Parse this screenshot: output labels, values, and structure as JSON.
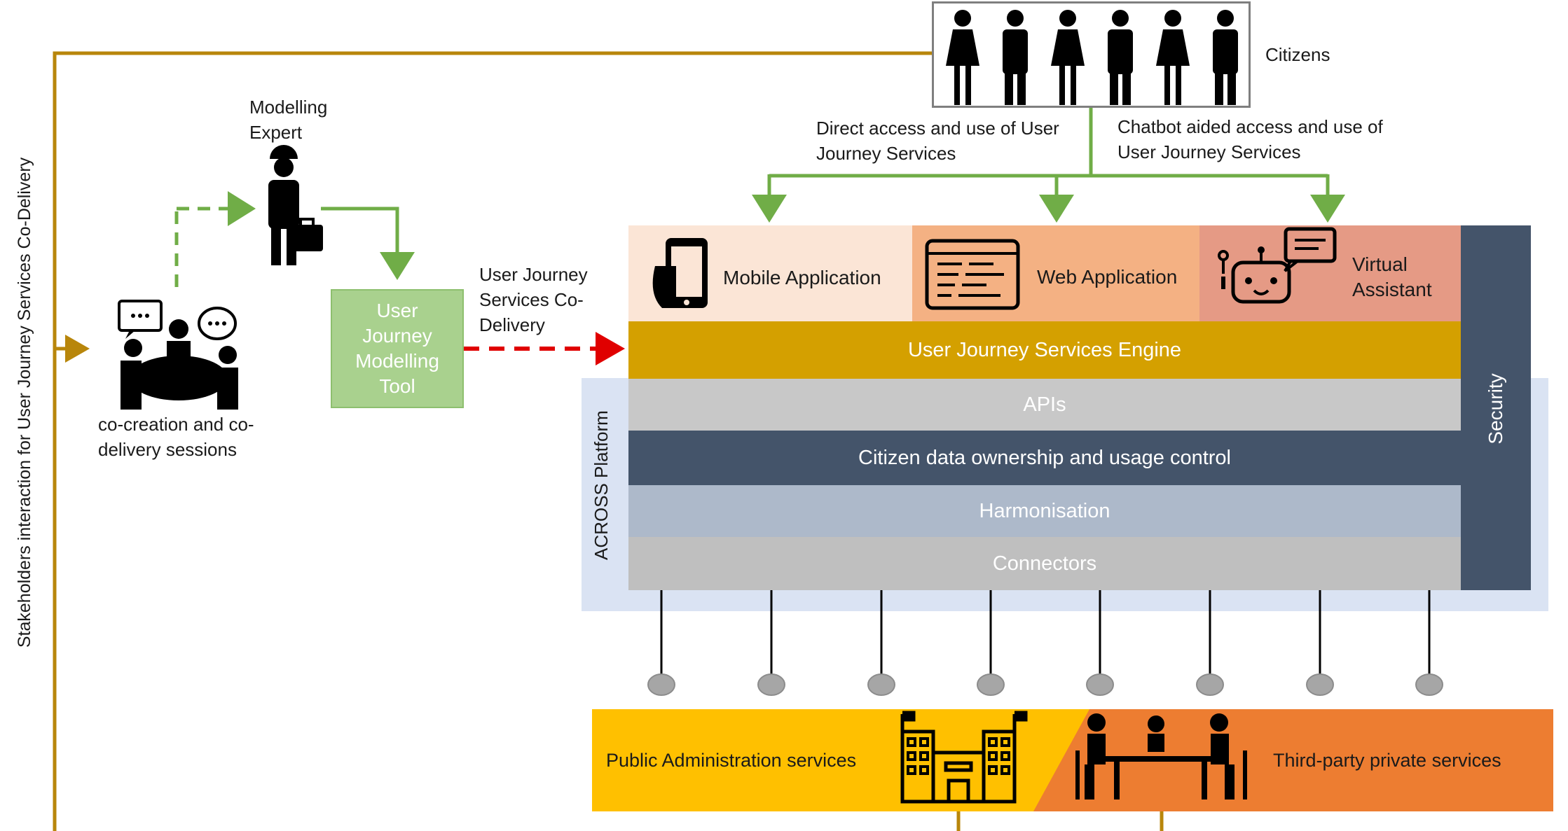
{
  "stakeholders_label": "Stakeholders interaction for User Journey Services Co-Delivery",
  "citizens_label": "Citizens",
  "modelling_expert_label": "Modelling Expert",
  "cocreation_label": "co-creation and co-delivery sessions",
  "modelling_tool_label": "User Journey Modelling Tool",
  "codelivery_label": "User Journey Services Co-Delivery",
  "direct_access_label": "Direct access and use of User Journey Services",
  "chatbot_access_label": "Chatbot aided access and use of User Journey  Services",
  "channels": {
    "mobile": "Mobile Application",
    "web": "Web Application",
    "virtual": "Virtual Assistant"
  },
  "layers": {
    "engine": "User Journey Services Engine",
    "apis": "APIs",
    "ownership": "Citizen data ownership and usage control",
    "harmonisation": "Harmonisation",
    "connectors": "Connectors"
  },
  "platform_label": "ACROSS Platform",
  "security_label": "Security",
  "services": {
    "public": "Public Administration services",
    "private": "Third-party private services"
  },
  "colors": {
    "gold_line": "#B8860B",
    "green_line": "#70AD47",
    "red_dash": "#E00000",
    "mobile_bg": "#FBE5D6",
    "web_bg": "#F4B183",
    "virtual_bg": "#E59A85",
    "engine": "#D4A000",
    "apis": "#C8C8C8",
    "ownership": "#44546A",
    "harmonisation": "#ADB9CA",
    "connectors": "#BFBFBF",
    "security": "#44546A",
    "platform_bg": "#DAE3F3",
    "public_bg": "#FFC000",
    "private_bg": "#ED7D31",
    "tool_bg": "#A9D18E"
  }
}
